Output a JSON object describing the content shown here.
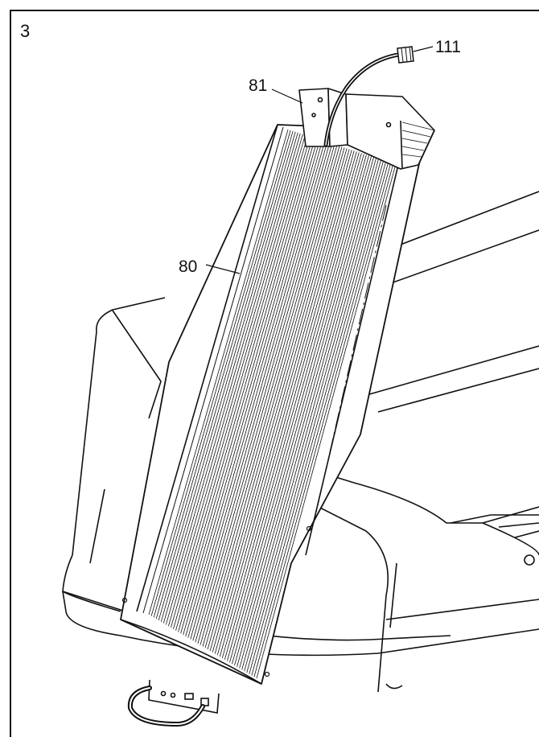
{
  "step": {
    "number": "3"
  },
  "callouts": [
    {
      "id": "111",
      "label": "111"
    },
    {
      "id": "81",
      "label": "81"
    },
    {
      "id": "80",
      "label": "80"
    }
  ],
  "colors": {
    "line": "#111111",
    "background": "#ffffff"
  }
}
